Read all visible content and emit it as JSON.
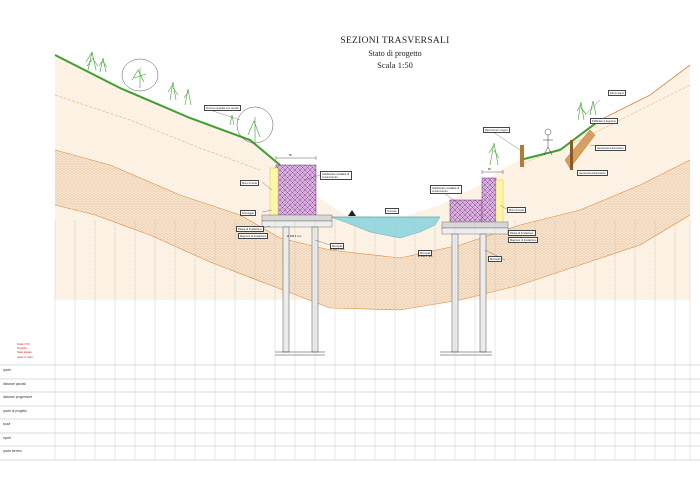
{
  "title": {
    "line1": "SEZIONI TRASVERSALI",
    "line2": "Stato di progetto",
    "line3": "Scala 1:50"
  },
  "labels": {
    "left_top": "Terreno vegetale con pendio",
    "left_wall_fill": "Muro di testa",
    "left_gabion": "Gabbionata metallica di contenimento",
    "left_drain": "Drenaggio",
    "left_foundation": "Platea di fondazione",
    "left_foundation2": "Magrone di fondazione",
    "left_piles": "Micropali",
    "left_pile_note": "Ø 168.3 mm",
    "water": "Torrente",
    "right_top": "Recinzione in legno",
    "right_gabion": "Gabbionata metallica di contenimento",
    "right_wall": "Muro di testa",
    "right_foundation": "Platea di fondazione",
    "right_foundation2": "Magrone di fondazione",
    "right_piles": "Micropali",
    "right_pile_note": "Ø 168.3 mm",
    "right_slope": "Palificata in legname",
    "right_post": "Pali in legno",
    "right_note": "Geostuoia antierosione",
    "dim_left": "80",
    "dim_right": "80"
  },
  "legend": [
    "Scala 1:50",
    "Progetto",
    "Stato attuale",
    "quote in metri"
  ],
  "profile_rows": [
    "quote",
    "distanze parziali",
    "distanze progressive",
    "quote di progetto",
    "scavi",
    "riporti",
    "quote terreno"
  ],
  "colors": {
    "ground_fill": "#fdf3e6",
    "ground_line": "#e08a3a",
    "rock_fill": "#f7e5cf",
    "water": "#9ad8e0",
    "gabion": "#d9a0d8",
    "concrete": "#d8d8d8",
    "vegetation": "#3e9e2e",
    "gridline": "#999999"
  }
}
